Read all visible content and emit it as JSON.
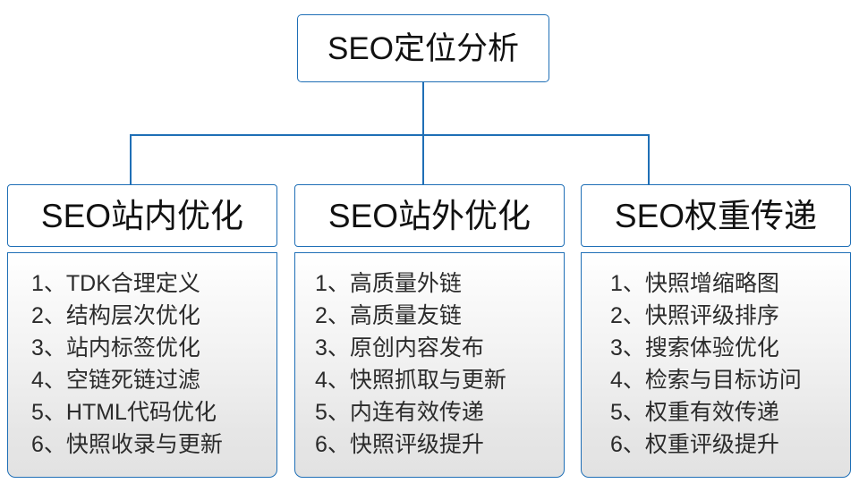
{
  "diagram": {
    "root": {
      "label": "SEO定位分析"
    },
    "connector_color": "#1f6fb6",
    "border_color": "#1f6fb6",
    "branches": [
      {
        "header": "SEO站内优化",
        "items": [
          {
            "num": "1、",
            "text": "TDK合理定义"
          },
          {
            "num": "2、",
            "text": "结构层次优化"
          },
          {
            "num": "3、",
            "text": "站内标签优化"
          },
          {
            "num": "4、",
            "text": "空链死链过滤"
          },
          {
            "num": "5、",
            "text": "HTML代码优化"
          },
          {
            "num": "6、",
            "text": "快照收录与更新"
          }
        ]
      },
      {
        "header": "SEO站外优化",
        "items": [
          {
            "num": "1、",
            "text": "高质量外链"
          },
          {
            "num": "2、",
            "text": "高质量友链"
          },
          {
            "num": "3、",
            "text": "原创内容发布"
          },
          {
            "num": "4、",
            "text": "快照抓取与更新"
          },
          {
            "num": "5、",
            "text": "内连有效传递"
          },
          {
            "num": "6、",
            "text": "快照评级提升"
          }
        ]
      },
      {
        "header": "SEO权重传递",
        "items": [
          {
            "num": "1、",
            "text": "快照增缩略图"
          },
          {
            "num": "2、",
            "text": "快照评级排序"
          },
          {
            "num": "3、",
            "text": "搜索体验优化"
          },
          {
            "num": "4、",
            "text": "检索与目标访问"
          },
          {
            "num": "5、",
            "text": "权重有效传递"
          },
          {
            "num": "6、",
            "text": "权重评级提升"
          }
        ]
      }
    ]
  }
}
